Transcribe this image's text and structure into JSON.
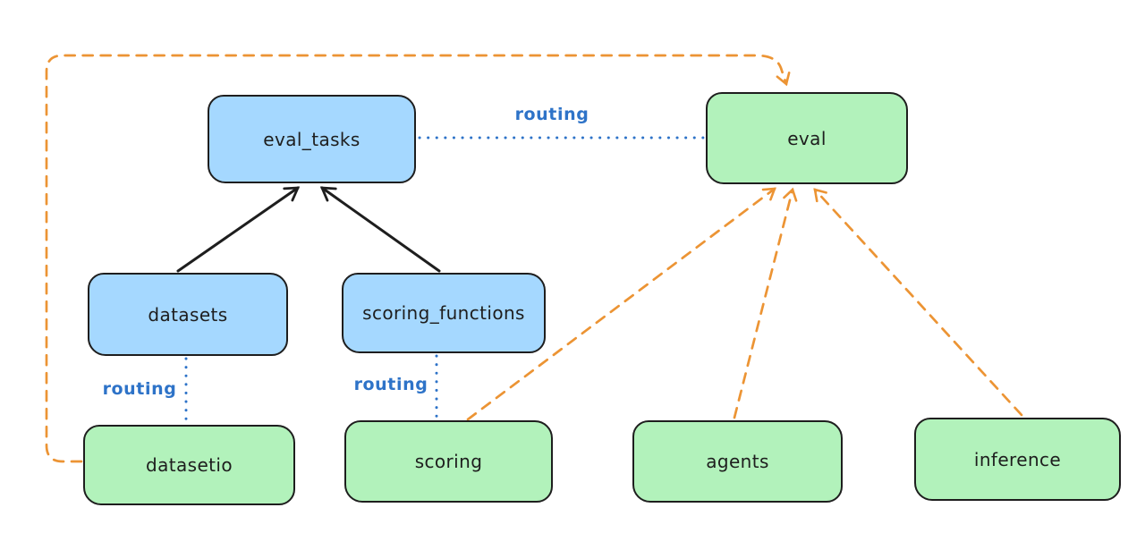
{
  "diagram": {
    "type": "graph",
    "nodes": {
      "eval_tasks": {
        "label": "eval_tasks",
        "fill": "#a5d8ff"
      },
      "eval": {
        "label": "eval",
        "fill": "#b2f2bb"
      },
      "datasets": {
        "label": "datasets",
        "fill": "#a5d8ff"
      },
      "scoring_functions": {
        "label": "scoring_functions",
        "fill": "#a5d8ff"
      },
      "datasetio": {
        "label": "datasetio",
        "fill": "#b2f2bb"
      },
      "scoring": {
        "label": "scoring",
        "fill": "#b2f2bb"
      },
      "agents": {
        "label": "agents",
        "fill": "#b2f2bb"
      },
      "inference": {
        "label": "inference",
        "fill": "#b2f2bb"
      }
    },
    "edges": [
      {
        "from": "datasets",
        "to": "eval_tasks",
        "style": "solid",
        "color": "#1e1e1e",
        "label": ""
      },
      {
        "from": "scoring_functions",
        "to": "eval_tasks",
        "style": "solid",
        "color": "#1e1e1e",
        "label": ""
      },
      {
        "from": "eval_tasks",
        "to": "eval",
        "style": "dotted",
        "color": "#2e73c8",
        "label": "routing"
      },
      {
        "from": "datasets",
        "to": "datasetio",
        "style": "dotted",
        "color": "#2e73c8",
        "label": "routing"
      },
      {
        "from": "scoring_functions",
        "to": "scoring",
        "style": "dotted",
        "color": "#2e73c8",
        "label": "routing"
      },
      {
        "from": "datasetio",
        "to": "eval",
        "style": "dashed",
        "color": "#ec9434",
        "label": ""
      },
      {
        "from": "scoring",
        "to": "eval",
        "style": "dashed",
        "color": "#ec9434",
        "label": ""
      },
      {
        "from": "agents",
        "to": "eval",
        "style": "dashed",
        "color": "#ec9434",
        "label": ""
      },
      {
        "from": "inference",
        "to": "eval",
        "style": "dashed",
        "color": "#ec9434",
        "label": ""
      }
    ],
    "colors": {
      "background": "#ffffff",
      "node_border": "#1e1e1e",
      "blue_fill": "#a5d8ff",
      "green_fill": "#b2f2bb",
      "routing_blue": "#2e73c8",
      "provider_orange": "#ec9434",
      "arrow_black": "#1e1e1e"
    }
  }
}
